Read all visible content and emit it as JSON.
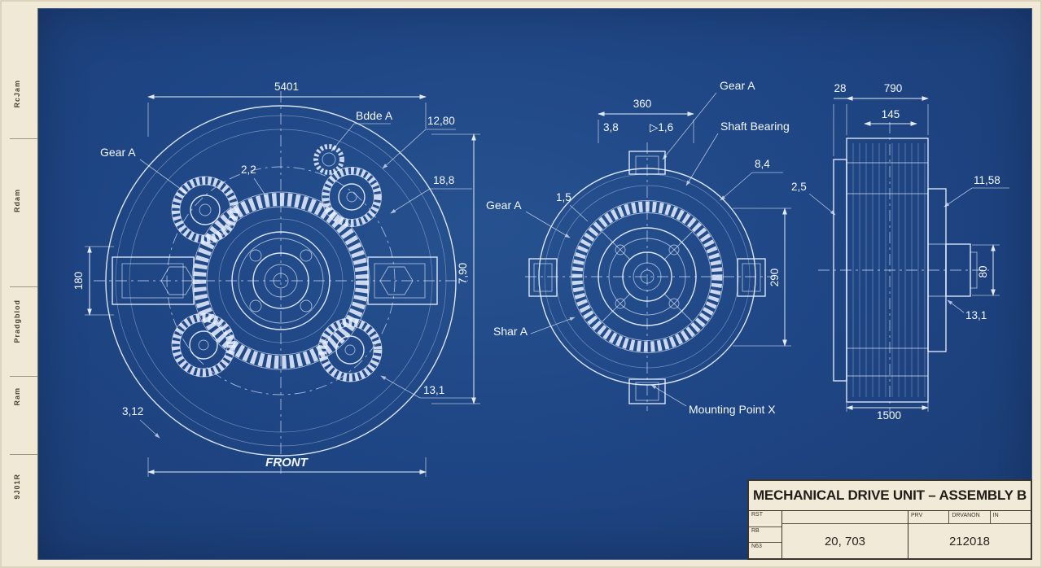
{
  "margin_notes": {
    "n1": "RcJam",
    "n2": "Rdam",
    "n3": "Pradgblod",
    "n4": "Ram",
    "n5": "9J01R"
  },
  "front_view": {
    "dim_top": "5401",
    "label_bdde": "Bdde A",
    "dim_1280": "12,80",
    "label_gear": "Gear A",
    "dim_22": "2,2",
    "dim_188": "18,8",
    "dim_180": "180",
    "dim_790": "7,90",
    "dim_131": "13,1",
    "dim_312": "3,12",
    "caption": "FRONT"
  },
  "mid_view": {
    "dim_360": "360",
    "dim_38": "3,8",
    "dim_16": "▷1,6",
    "label_gear_top": "Gear A",
    "label_bearing": "Shaft Bearing",
    "dim_84": "8,4",
    "dim_15": "1,5",
    "label_gear_left": "Gear A",
    "dim_290": "290",
    "label_shaft": "Shar A",
    "label_mount": "Mounting Point X"
  },
  "side_view": {
    "dim_28": "28",
    "dim_790": "790",
    "dim_145": "145",
    "dim_25": "2,5",
    "dim_1158": "11,58",
    "dim_80": "80",
    "dim_131": "13,1",
    "dim_1500": "1500"
  },
  "title_block": {
    "title": "MECHANICAL DRIVE UNIT – ASSEMBLY B",
    "c1": "RST",
    "c2": "RB",
    "c3": "N63",
    "h1": "PRV",
    "h2": "DRVANON",
    "h3": "IN",
    "left_value": "20, 703",
    "right_value": "212018"
  }
}
